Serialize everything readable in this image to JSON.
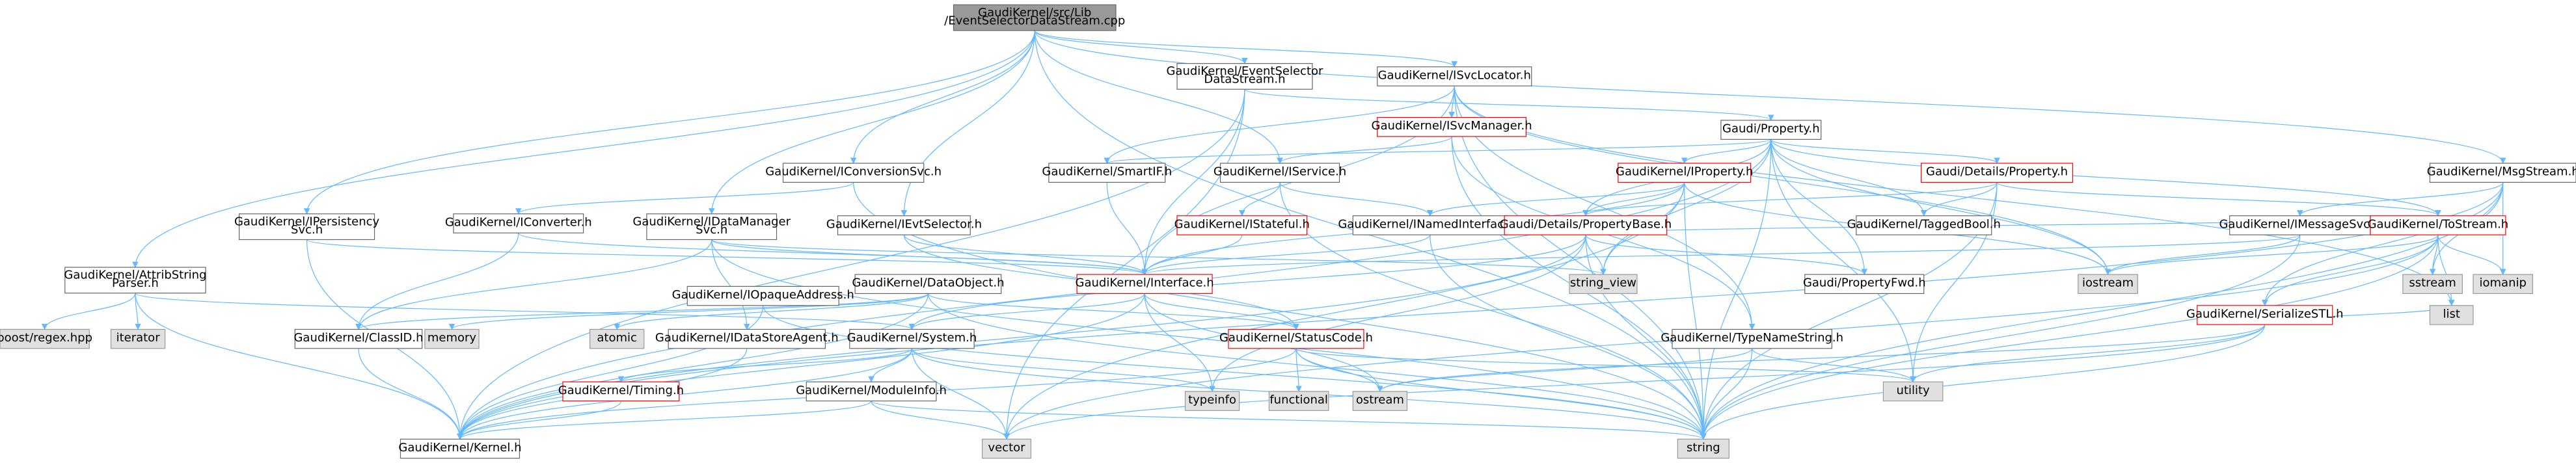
{
  "colors": {
    "edge": "#63b8ff",
    "root_fill": "#999999",
    "root_stroke": "#666666",
    "normal_fill": "#ffffff",
    "normal_stroke": "#666666",
    "highlight_stroke": "#ff0000",
    "external_fill": "#e0e0e0",
    "external_stroke": "#999999"
  },
  "nodes": [
    {
      "id": "root",
      "lines": [
        "GaudiKernel/src/Lib",
        "/EventSelectorDataStream.cpp"
      ],
      "kind": "root"
    },
    {
      "id": "ess_h",
      "lines": [
        "GaudiKernel/EventSelector",
        "DataStream.h"
      ],
      "kind": "normal"
    },
    {
      "id": "isvcloc",
      "lines": [
        "GaudiKernel/ISvcLocator.h"
      ],
      "kind": "normal"
    },
    {
      "id": "isvcman",
      "lines": [
        "GaudiKernel/ISvcManager.h"
      ],
      "kind": "highlight"
    },
    {
      "id": "property",
      "lines": [
        "Gaudi/Property.h"
      ],
      "kind": "normal"
    },
    {
      "id": "smartif",
      "lines": [
        "GaudiKernel/SmartIF.h"
      ],
      "kind": "normal"
    },
    {
      "id": "iservice",
      "lines": [
        "GaudiKernel/IService.h"
      ],
      "kind": "normal"
    },
    {
      "id": "iproperty",
      "lines": [
        "GaudiKernel/IProperty.h"
      ],
      "kind": "highlight"
    },
    {
      "id": "det_property",
      "lines": [
        "Gaudi/Details/Property.h"
      ],
      "kind": "highlight"
    },
    {
      "id": "msgstream",
      "lines": [
        "GaudiKernel/MsgStream.h"
      ],
      "kind": "normal"
    },
    {
      "id": "iconvsvc",
      "lines": [
        "GaudiKernel/IConversionSvc.h"
      ],
      "kind": "normal"
    },
    {
      "id": "iattrparser",
      "lines": [
        "GaudiKernel/AttribString",
        "Parser.h"
      ],
      "kind": "normal"
    },
    {
      "id": "ipersist",
      "lines": [
        "GaudiKernel/IPersistency",
        "Svc.h"
      ],
      "kind": "normal"
    },
    {
      "id": "iconverter",
      "lines": [
        "GaudiKernel/IConverter.h"
      ],
      "kind": "normal"
    },
    {
      "id": "idataman",
      "lines": [
        "GaudiKernel/IDataManager",
        "Svc.h"
      ],
      "kind": "normal"
    },
    {
      "id": "ievtsel",
      "lines": [
        "GaudiKernel/IEvtSelector.h"
      ],
      "kind": "normal"
    },
    {
      "id": "istateful",
      "lines": [
        "GaudiKernel/IStateful.h"
      ],
      "kind": "highlight"
    },
    {
      "id": "inamed",
      "lines": [
        "GaudiKernel/INamedInterface.h"
      ],
      "kind": "normal"
    },
    {
      "id": "propbase",
      "lines": [
        "Gaudi/Details/PropertyBase.h"
      ],
      "kind": "highlight"
    },
    {
      "id": "taggedbool",
      "lines": [
        "GaudiKernel/TaggedBool.h"
      ],
      "kind": "normal"
    },
    {
      "id": "imsgsvc",
      "lines": [
        "GaudiKernel/IMessageSvc.h"
      ],
      "kind": "normal"
    },
    {
      "id": "tostream",
      "lines": [
        "GaudiKernel/ToStream.h"
      ],
      "kind": "highlight"
    },
    {
      "id": "iopaque",
      "lines": [
        "GaudiKernel/IOpaqueAddress.h"
      ],
      "kind": "normal"
    },
    {
      "id": "dataobject",
      "lines": [
        "GaudiKernel/DataObject.h"
      ],
      "kind": "normal"
    },
    {
      "id": "interface",
      "lines": [
        "GaudiKernel/Interface.h"
      ],
      "kind": "highlight"
    },
    {
      "id": "string_view",
      "lines": [
        "string_view"
      ],
      "kind": "external"
    },
    {
      "id": "propfwd",
      "lines": [
        "Gaudi/PropertyFwd.h"
      ],
      "kind": "normal"
    },
    {
      "id": "iostream",
      "lines": [
        "iostream"
      ],
      "kind": "external"
    },
    {
      "id": "sstream",
      "lines": [
        "sstream"
      ],
      "kind": "external"
    },
    {
      "id": "iomanip",
      "lines": [
        "iomanip"
      ],
      "kind": "external"
    },
    {
      "id": "serializestl",
      "lines": [
        "GaudiKernel/SerializeSTL.h"
      ],
      "kind": "highlight"
    },
    {
      "id": "list",
      "lines": [
        "list"
      ],
      "kind": "external"
    },
    {
      "id": "boostregex",
      "lines": [
        "boost/regex.hpp"
      ],
      "kind": "external"
    },
    {
      "id": "iterator",
      "lines": [
        "iterator"
      ],
      "kind": "external"
    },
    {
      "id": "classid",
      "lines": [
        "GaudiKernel/ClassID.h"
      ],
      "kind": "normal"
    },
    {
      "id": "memory",
      "lines": [
        "memory"
      ],
      "kind": "external"
    },
    {
      "id": "atomic",
      "lines": [
        "atomic"
      ],
      "kind": "external"
    },
    {
      "id": "idatastore",
      "lines": [
        "GaudiKernel/IDataStoreAgent.h"
      ],
      "kind": "normal"
    },
    {
      "id": "system",
      "lines": [
        "GaudiKernel/System.h"
      ],
      "kind": "normal"
    },
    {
      "id": "statuscode",
      "lines": [
        "GaudiKernel/StatusCode.h"
      ],
      "kind": "highlight"
    },
    {
      "id": "typenamestr",
      "lines": [
        "GaudiKernel/TypeNameString.h"
      ],
      "kind": "normal"
    },
    {
      "id": "timing",
      "lines": [
        "GaudiKernel/Timing.h"
      ],
      "kind": "highlight"
    },
    {
      "id": "moduleinfo",
      "lines": [
        "GaudiKernel/ModuleInfo.h"
      ],
      "kind": "normal"
    },
    {
      "id": "typeinfo",
      "lines": [
        "typeinfo"
      ],
      "kind": "external"
    },
    {
      "id": "functional",
      "lines": [
        "functional"
      ],
      "kind": "external"
    },
    {
      "id": "ostream",
      "lines": [
        "ostream"
      ],
      "kind": "external"
    },
    {
      "id": "utility",
      "lines": [
        "utility"
      ],
      "kind": "external"
    },
    {
      "id": "kernel",
      "lines": [
        "GaudiKernel/Kernel.h"
      ],
      "kind": "normal"
    },
    {
      "id": "vector",
      "lines": [
        "vector"
      ],
      "kind": "external"
    },
    {
      "id": "string",
      "lines": [
        "string"
      ],
      "kind": "external"
    }
  ]
}
